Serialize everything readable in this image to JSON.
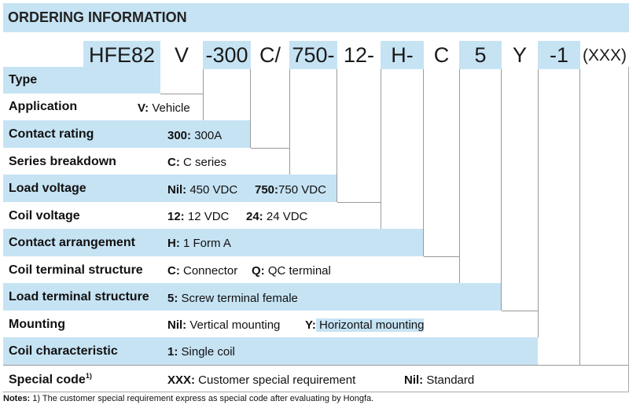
{
  "title": "ORDERING INFORMATION",
  "codes": [
    "HFE82",
    "V",
    "-300",
    "C/",
    "750-",
    "12-",
    "H-",
    "C",
    "5",
    "Y",
    "-1",
    "(XXX)"
  ],
  "rows": [
    {
      "label": "Type",
      "options": []
    },
    {
      "label": "Application",
      "options": [
        {
          "key": "V:",
          "text": " Vehicle"
        }
      ]
    },
    {
      "label": "Contact rating",
      "options": [
        {
          "key": "300:",
          "text": " 300A"
        }
      ]
    },
    {
      "label": "Series breakdown",
      "options": [
        {
          "key": "C:",
          "text": " C series"
        }
      ]
    },
    {
      "label": "Load voltage",
      "options": [
        {
          "key": "Nil:",
          "text": " 450 VDC"
        },
        {
          "key": "750:",
          "text": "750 VDC"
        }
      ]
    },
    {
      "label": "Coil voltage",
      "options": [
        {
          "key": "12:",
          "text": " 12 VDC"
        },
        {
          "key": "24:",
          "text": " 24 VDC"
        }
      ]
    },
    {
      "label": "Contact arrangement",
      "options": [
        {
          "key": "H:",
          "text": " 1 Form A"
        }
      ]
    },
    {
      "label": "Coil terminal structure",
      "options": [
        {
          "key": "C:",
          "text": " Connector"
        },
        {
          "key": "Q:",
          "text": " QC  terminal"
        }
      ]
    },
    {
      "label": "Load terminal structure",
      "options": [
        {
          "key": "5:",
          "text": " Screw terminal female"
        }
      ]
    },
    {
      "label": "Mounting",
      "options": [
        {
          "key": "Nil:",
          "text": " Vertical mounting"
        },
        {
          "key": "Y:",
          "text": " Horizontal mounting"
        }
      ]
    },
    {
      "label": "Coil characteristic",
      "options": [
        {
          "key": "1:",
          "text": " Single coil"
        }
      ]
    },
    {
      "label": "Special code",
      "label_sup": "1)",
      "options": [
        {
          "key": "XXX:",
          "text": " Customer special requirement"
        },
        {
          "key": "Nil:",
          "text": " Standard"
        }
      ]
    }
  ],
  "notes": {
    "label": "Notes:",
    "text": " 1) The customer special requirement express as special code after evaluating by Hongfa."
  }
}
